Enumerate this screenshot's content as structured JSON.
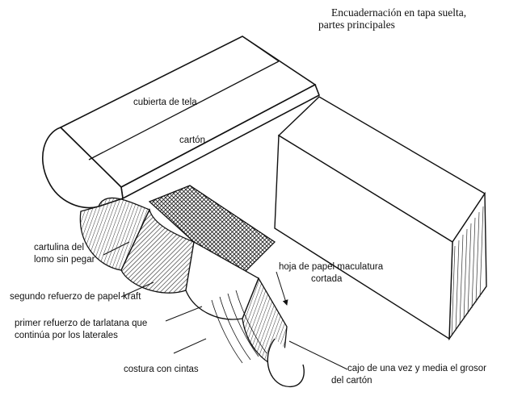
{
  "title": {
    "line1": "Encuadernación en tapa suelta,",
    "line2": "partes principales"
  },
  "labels": {
    "cubierta": "cubierta de tela",
    "carton": "cartón",
    "cartulina": {
      "line1": "cartulina del",
      "line2": "lomo sin pegar"
    },
    "segundo": "segundo refuerzo de papel kraft",
    "primer": {
      "line1": "primer refuerzo de tarlatana que",
      "line2": "continúa por los laterales"
    },
    "costura": "costura con cintas",
    "hoja": {
      "line1": "hoja de papel maculatura",
      "line2": "cortada"
    },
    "cajo": {
      "line1": "cajo de una vez y media el grosor",
      "line2": "del cartón"
    }
  }
}
